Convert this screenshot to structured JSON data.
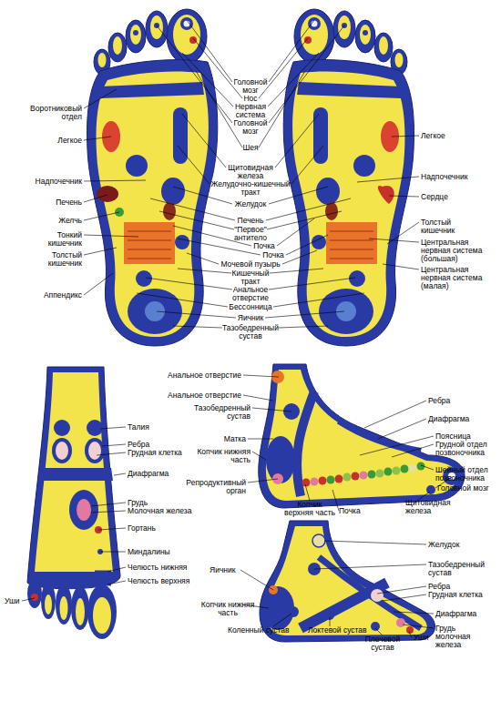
{
  "diagram": {
    "labels": [
      "Головной мозг",
      "Нос",
      "Нервная система",
      "Головной мозг",
      "Шея",
      "Щитовидная железа",
      "Желудочно-кишечный тракт",
      "Желудок",
      "Печень",
      "\"Первое\" антитело",
      "Почка",
      "Почка",
      "Мочевой пузырь",
      "Кишечный тракт",
      "Анальное отверстие",
      "Бессонница",
      "Яичник",
      "Тазобедренный сустав",
      "Воротниковый отдел",
      "Легкое",
      "Надпочечник",
      "Печень",
      "Желчь",
      "Тонкий кишечник",
      "Толстый кишечник",
      "Аппендикс",
      "Легкое",
      "Надпочечник",
      "Сердце",
      "Толстый кишечник",
      "Центральная нервная система (большая)",
      "Центральная нервная система (малая)",
      "Талия",
      "Ребра",
      "Грудная клетка",
      "Диафрагма",
      "Грудь",
      "Молочная железа",
      "Гортань",
      "Миндалины",
      "Челюсть нижняя",
      "Челюсть верхняя",
      "Уши",
      "Анальное отверстие",
      "Анальное отверстие",
      "Тазобедренный сустав",
      "Матка",
      "Копчик нижняя часть",
      "Репродуктивный орган",
      "Копчик верхняя часть",
      "Почка",
      "Ребра",
      "Диафрагма",
      "Поясница",
      "Грудной отдел позвоночника",
      "Шейный отдел позвоночника",
      "Головной мозг",
      "Щитовидная железа",
      "Желудок",
      "Тазобедренный сустав",
      "Ребра",
      "Грудная клетка",
      "Диафрагма",
      "Грудь молочная железа",
      "Яичник",
      "Копчик нижняя часть",
      "Коленный сустав",
      "Локтевой сустав",
      "Плечевой сустав",
      "Уши"
    ]
  }
}
